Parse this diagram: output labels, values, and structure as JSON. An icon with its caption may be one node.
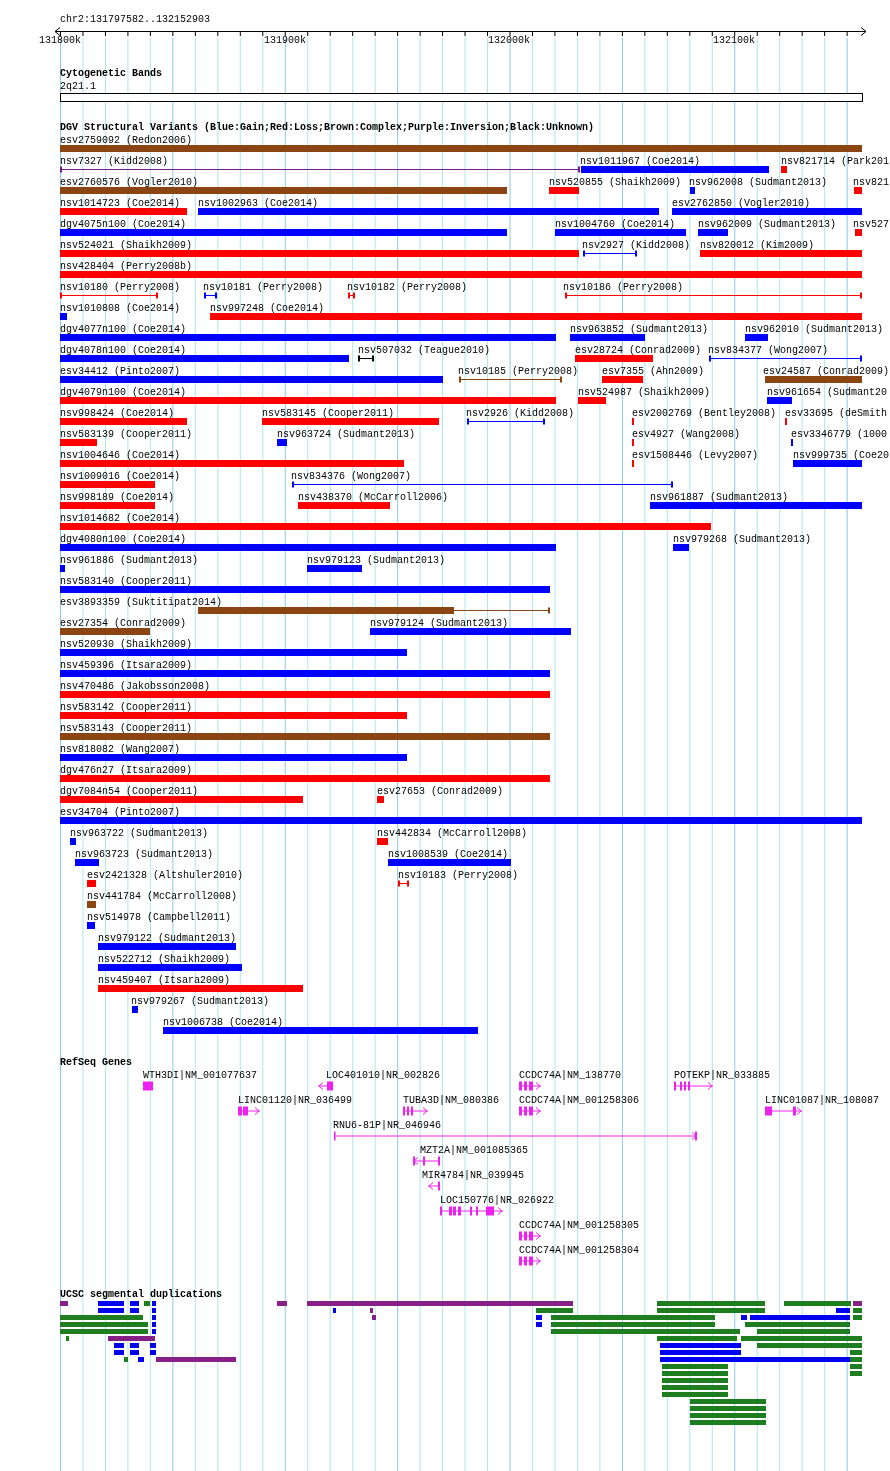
{
  "diagram": {
    "nodes": [
      {
        "text": [
          "2q21.1"
        ]
      },
      {
        "text": [
          "esv2759092 (Redon2006)"
        ]
      },
      {
        "text": [
          "nsv7327 (Kidd2008)"
        ]
      },
      {
        "text": [
          "nsv1011967 (Coe2014)"
        ]
      },
      {
        "text": [
          "nsv821714 (Park201"
        ]
      },
      {
        "text": [
          "esv2760576 (Vogler2010)"
        ]
      },
      {
        "text": [
          "nsv520855 (Shaikh2009)"
        ]
      },
      {
        "text": [
          "nsv962008 (Sudmant2013)"
        ]
      },
      {
        "text": [
          "nsv821"
        ]
      },
      {
        "text": [
          "nsv1014723 (Coe2014)"
        ]
      },
      {
        "text": [
          "nsv1002963 (Coe2014)"
        ]
      },
      {
        "text": [
          "esv2762850 (Vogler2010)"
        ]
      },
      {
        "text": [
          "dgv4075n100 (Coe2014)"
        ]
      },
      {
        "text": [
          "nsv1004760 (Coe2014)"
        ]
      },
      {
        "text": [
          "nsv962009 (Sudmant2013)"
        ]
      },
      {
        "text": [
          "nsv527"
        ]
      },
      {
        "text": [
          "nsv524021 (Shaikh2009)"
        ]
      },
      {
        "text": [
          "nsv2927 (Kidd2008)"
        ]
      },
      {
        "text": [
          "nsv820012 (Kim2009)"
        ]
      },
      {
        "text": [
          "nsv428404 (Perry2008b)"
        ]
      },
      {
        "text": [
          "nsv10180 (Perry2008)"
        ]
      },
      {
        "text": [
          "nsv10181 (Perry2008)"
        ]
      },
      {
        "text": [
          "nsv10182 (Perry2008)"
        ]
      },
      {
        "text": [
          "nsv10186 (Perry2008)"
        ]
      },
      {
        "text": [
          "nsv1010808 (Coe2014)"
        ]
      },
      {
        "text": [
          "nsv997248 (Coe2014)"
        ]
      },
      {
        "text": [
          "dgv4077n100 (Coe2014)"
        ]
      },
      {
        "text": [
          "nsv963852 (Sudmant2013)"
        ]
      },
      {
        "text": [
          "nsv962010 (Sudmant2013)"
        ]
      },
      {
        "text": [
          "dgv4078n100 (Coe2014)"
        ]
      },
      {
        "text": [
          "nsv507032 (Teague2010)"
        ]
      },
      {
        "text": [
          "esv28724 (Conrad2009)"
        ]
      },
      {
        "text": [
          "nsv834377 (Wong2007)"
        ]
      },
      {
        "text": [
          "esv34412 (Pinto2007)"
        ]
      },
      {
        "text": [
          "nsv10185 (Perry2008)"
        ]
      },
      {
        "text": [
          "esv7355 (Ahn2009)"
        ]
      },
      {
        "text": [
          "esv24587 (Conrad2009)"
        ]
      },
      {
        "text": [
          "dgv4079n100 (Coe2014)"
        ]
      },
      {
        "text": [
          "nsv524987 (Shaikh2009)"
        ]
      },
      {
        "text": [
          "nsv961654 (Sudmant20"
        ]
      },
      {
        "text": [
          "nsv998424 (Coe2014)"
        ]
      },
      {
        "text": [
          "nsv583145 (Cooper2011)"
        ]
      },
      {
        "text": [
          "nsv2926 (Kidd2008)"
        ]
      },
      {
        "text": [
          "esv2002769 (Bentley2008)"
        ]
      },
      {
        "text": [
          "esv33695 (deSmith"
        ]
      },
      {
        "text": [
          "nsv583139 (Cooper2011)"
        ]
      },
      {
        "text": [
          "nsv963724 (Sudmant2013)"
        ]
      },
      {
        "text": [
          "esv4927 (Wang2008)"
        ]
      },
      {
        "text": [
          "esv3346779 (1000"
        ]
      },
      {
        "text": [
          "nsv1004646 (Coe2014)"
        ]
      },
      {
        "text": [
          "esv1508446 (Levy2007)"
        ]
      },
      {
        "text": [
          "nsv999735 (Coe20"
        ]
      },
      {
        "text": [
          "nsv1009016 (Coe2014)"
        ]
      },
      {
        "text": [
          "nsv834376 (Wong2007)"
        ]
      },
      {
        "text": [
          "nsv998189 (Coe2014)"
        ]
      },
      {
        "text": [
          "nsv438370 (McCarroll2006)"
        ]
      },
      {
        "text": [
          "nsv961887 (Sudmant2013)"
        ]
      },
      {
        "text": [
          "nsv1014682 (Coe2014)"
        ]
      },
      {
        "text": [
          "dgv4080n100 (Coe2014)"
        ]
      },
      {
        "text": [
          "nsv979268 (Sudmant2013)"
        ]
      },
      {
        "text": [
          "nsv961886 (Sudmant2013)"
        ]
      },
      {
        "text": [
          "nsv979123 (Sudmant2013)"
        ]
      },
      {
        "text": [
          "nsv583140 (Cooper2011)"
        ]
      },
      {
        "text": [
          "esv3893359 (Suktitipat2014)"
        ]
      },
      {
        "text": [
          "esv27354 (Conrad2009)"
        ]
      },
      {
        "text": [
          "nsv979124 (Sudmant2013)"
        ]
      },
      {
        "text": [
          "nsv520930 (Shaikh2009)"
        ]
      },
      {
        "text": [
          "nsv459396 (Itsara2009)"
        ]
      },
      {
        "text": [
          "nsv470486 (Jakobsson2008)"
        ]
      },
      {
        "text": [
          "nsv583142 (Cooper2011)"
        ]
      },
      {
        "text": [
          "nsv583143 (Cooper2011)"
        ]
      },
      {
        "text": [
          "nsv818082 (Wang2007)"
        ]
      },
      {
        "text": [
          "dgv476n27 (Itsara2009)"
        ]
      },
      {
        "text": [
          "dgv7084n54 (Cooper2011)"
        ]
      },
      {
        "text": [
          "esv27653 (Conrad2009)"
        ]
      },
      {
        "text": [
          "esv34704 (Pinto2007)"
        ]
      },
      {
        "text": [
          "nsv963722 (Sudmant2013)"
        ]
      },
      {
        "text": [
          "nsv442834 (McCarroll2008)"
        ]
      },
      {
        "text": [
          "nsv963723 (Sudmant2013)"
        ]
      },
      {
        "text": [
          "nsv1008539 (Coe2014)"
        ]
      },
      {
        "text": [
          "esv2421328 (Altshuler2010)"
        ]
      },
      {
        "text": [
          "nsv10183 (Perry2008)"
        ]
      },
      {
        "text": [
          "nsv441784 (McCarroll2008)"
        ]
      },
      {
        "text": [
          "nsv514978 (Campbell2011)"
        ]
      },
      {
        "text": [
          "nsv979122 (Sudmant2013)"
        ]
      },
      {
        "text": [
          "nsv522712 (Shaikh2009)"
        ]
      },
      {
        "text": [
          "nsv459407 (Itsara2009)"
        ]
      },
      {
        "text": [
          "nsv979267 (Sudmant2013)"
        ]
      },
      {
        "text": [
          "nsv1006738 (Coe2014)"
        ]
      },
      {
        "text": [
          "WTH3DI|NM_001077637"
        ]
      },
      {
        "text": [
          "LOC401010|NR_002826"
        ]
      },
      {
        "text": [
          "CCDC74A|NM_138770"
        ]
      },
      {
        "text": [
          "POTEKP|NR_033885"
        ]
      },
      {
        "text": [
          "LINC01120|NR_036499"
        ]
      },
      {
        "text": [
          "TUBA3D|NM_080386"
        ]
      },
      {
        "text": [
          "CCDC74A|NM_001258306"
        ]
      },
      {
        "text": [
          "LINC01087|NR_108087"
        ]
      },
      {
        "text": [
          "RNU6-81P|NR_046946"
        ]
      },
      {
        "text": [
          "MZT2A|NM_001085365"
        ]
      },
      {
        "text": [
          "MIR4784|NR_039945"
        ]
      },
      {
        "text": [
          "LOC150776|NR_026922"
        ]
      },
      {
        "text": [
          "CCDC74A|NM_001258305"
        ]
      },
      {
        "text": [
          "CCDC74A|NM_001258304"
        ]
      }
    ],
    "labels": [
      "chr2:131797582..132152903",
      "131800k",
      "131900k",
      "132000k",
      "132100k",
      "Cytogenetic Bands",
      "DGV Structural Variants (Blue:Gain;Red:Loss;Brown:Complex;Purple:Inversion;Black:Unknown)",
      "RefSeq Genes",
      "UCSC segmental duplications"
    ]
  }
}
